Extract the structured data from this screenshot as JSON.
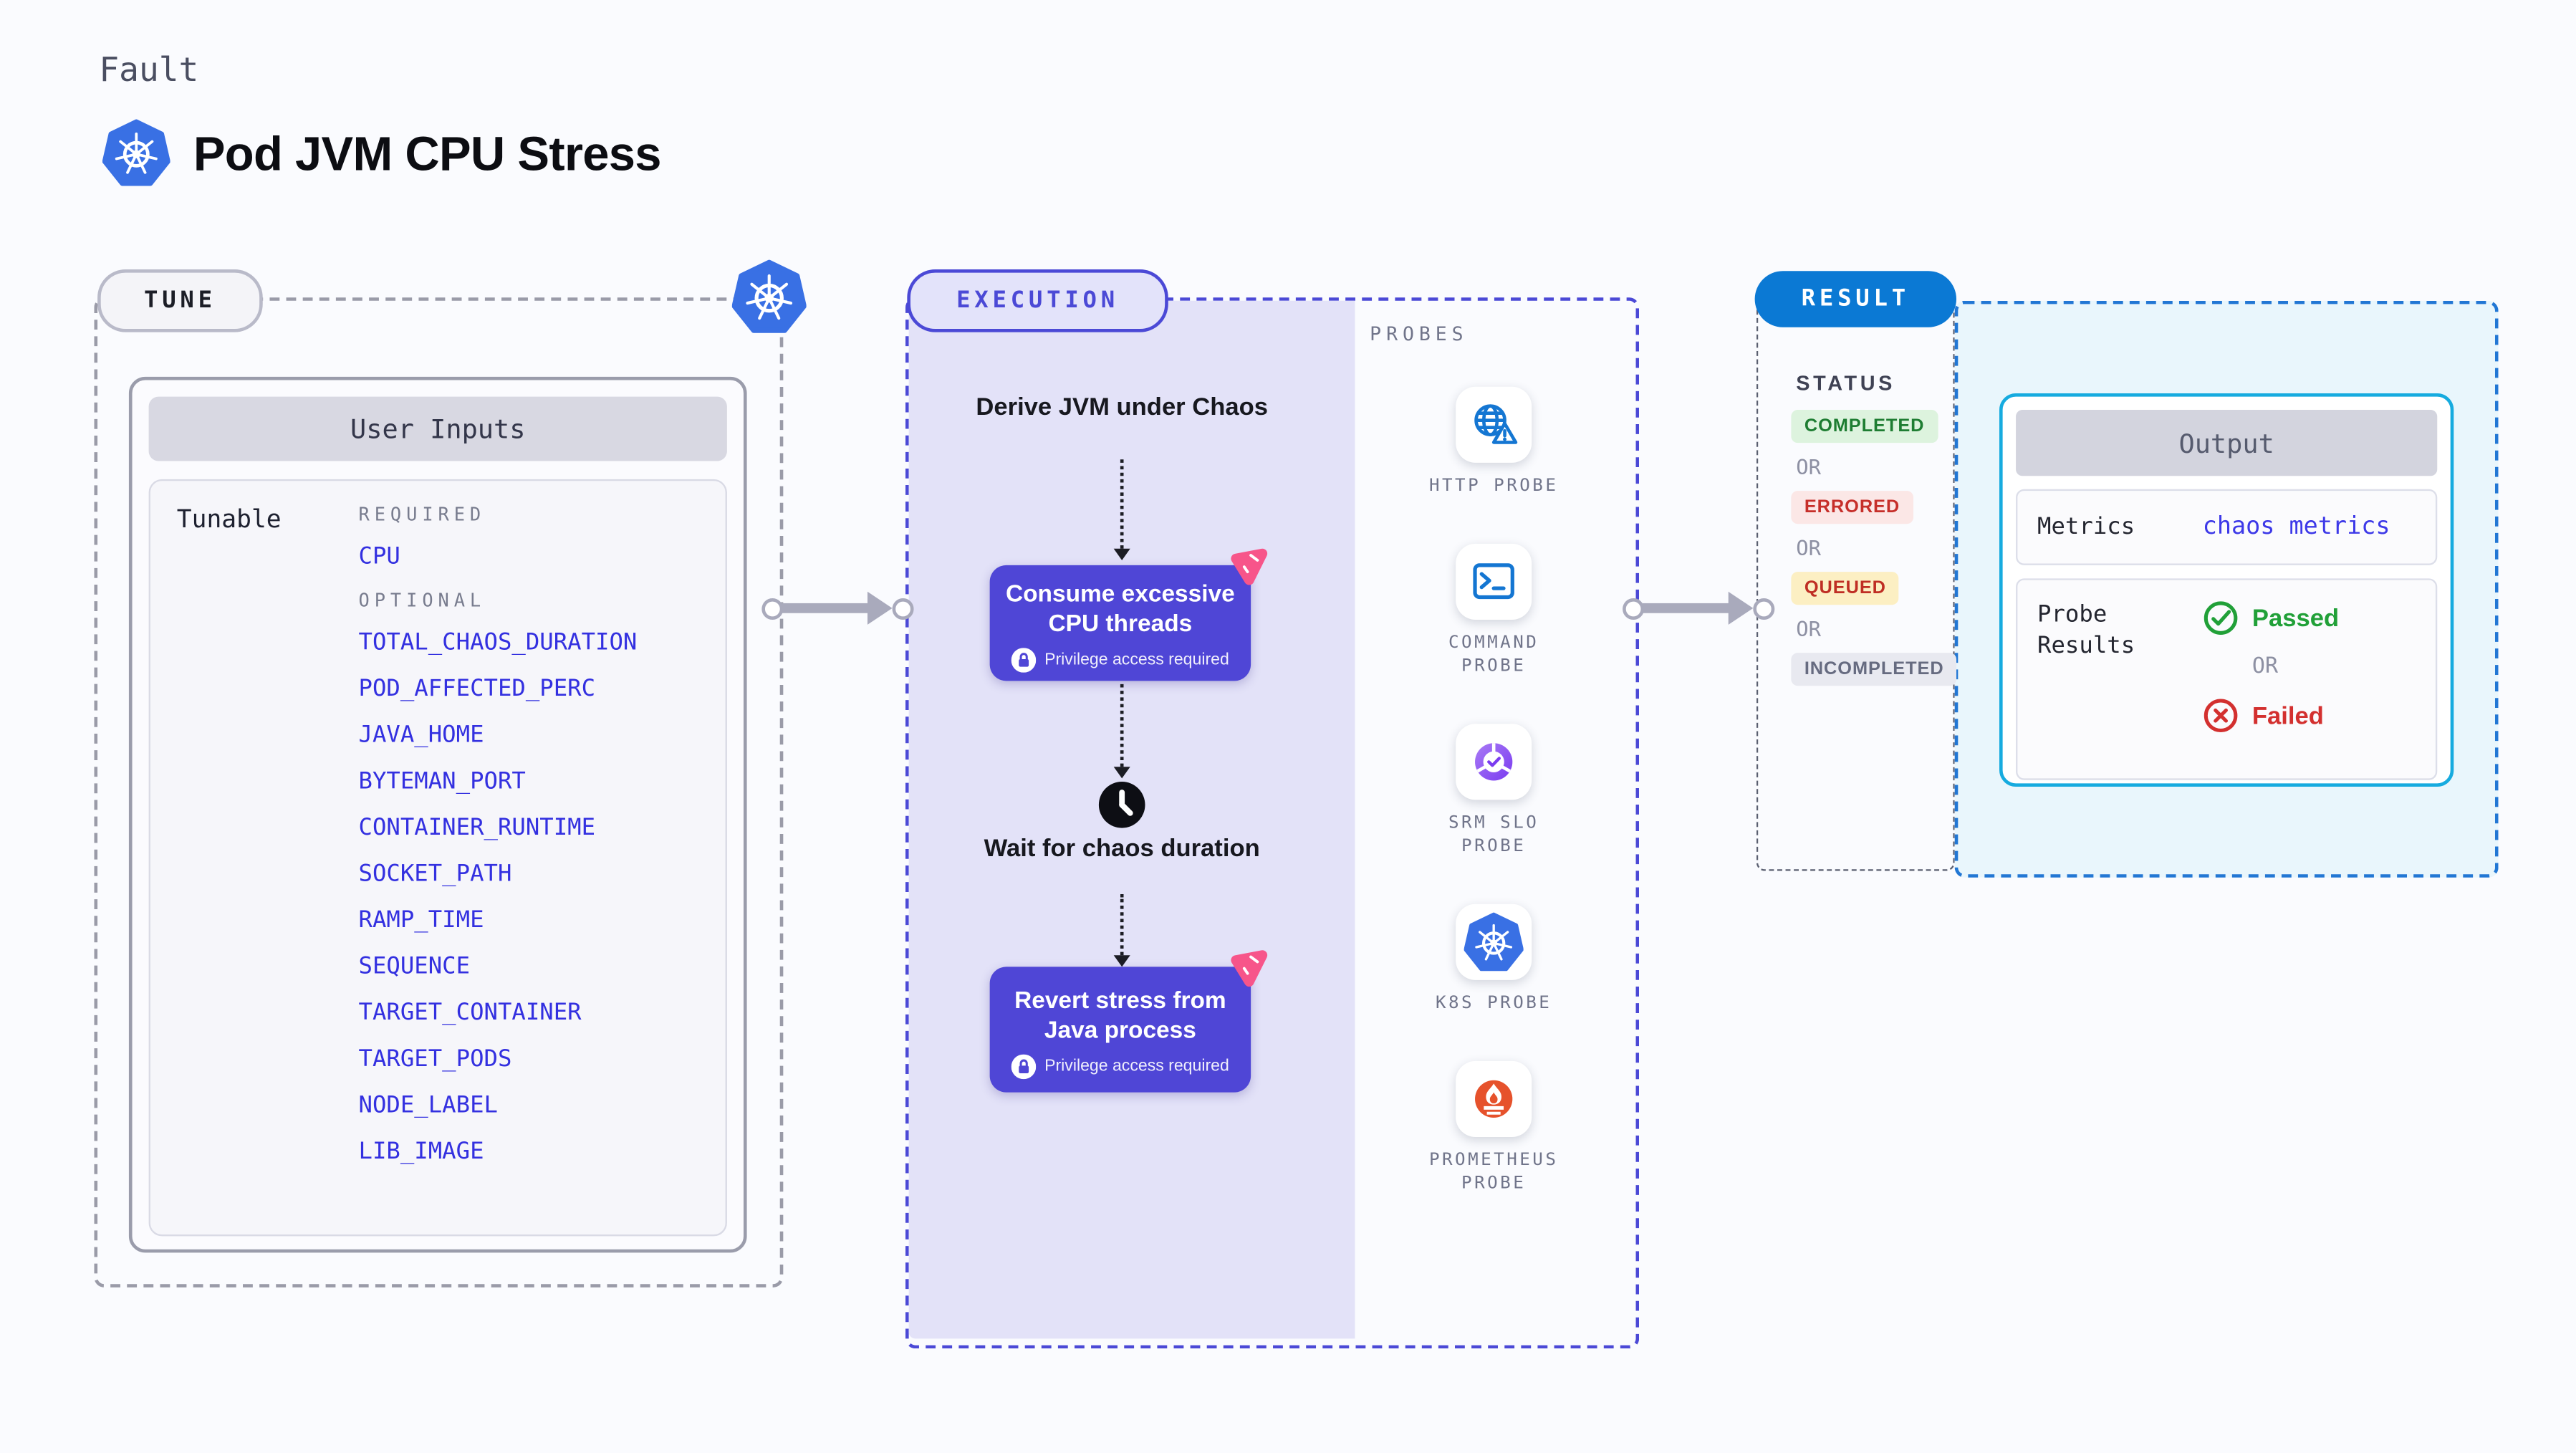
{
  "page": {
    "kind_label": "Fault",
    "title": "Pod JVM CPU Stress"
  },
  "tune": {
    "badge": "TUNE",
    "card_title": "User Inputs",
    "row_label": "Tunable",
    "required_label": "REQUIRED",
    "required_items": [
      "CPU"
    ],
    "optional_label": "OPTIONAL",
    "optional_items": [
      "TOTAL_CHAOS_DURATION",
      "POD_AFFECTED_PERC",
      "JAVA_HOME",
      "BYTEMAN_PORT",
      "CONTAINER_RUNTIME",
      "SOCKET_PATH",
      "RAMP_TIME",
      "SEQUENCE",
      "TARGET_CONTAINER",
      "TARGET_PODS",
      "NODE_LABEL",
      "LIB_IMAGE"
    ]
  },
  "execution": {
    "badge": "EXECUTION",
    "steps": [
      {
        "type": "text",
        "label": "Derive JVM under Chaos"
      },
      {
        "type": "action",
        "label": "Consume excessive CPU threads",
        "note": "Privilege access required"
      },
      {
        "type": "wait",
        "label": "Wait for chaos duration"
      },
      {
        "type": "action",
        "label": "Revert stress from Java process",
        "note": "Privilege access required"
      }
    ]
  },
  "probes": {
    "heading": "PROBES",
    "items": [
      {
        "label": "HTTP PROBE",
        "icon": "globe-alert-icon"
      },
      {
        "label": "COMMAND PROBE",
        "icon": "terminal-icon"
      },
      {
        "label": "SRM SLO PROBE",
        "icon": "slo-gauge-icon"
      },
      {
        "label": "K8S PROBE",
        "icon": "kubernetes-icon"
      },
      {
        "label": "PROMETHEUS PROBE",
        "icon": "prometheus-icon"
      }
    ]
  },
  "result": {
    "badge": "RESULT",
    "status_heading": "STATUS",
    "or_label": "OR",
    "statuses": [
      {
        "label": "COMPLETED",
        "variant": "success"
      },
      {
        "label": "ERRORED",
        "variant": "error"
      },
      {
        "label": "QUEUED",
        "variant": "queued"
      },
      {
        "label": "INCOMPLETED",
        "variant": "muted"
      }
    ],
    "output": {
      "title": "Output",
      "metrics_label": "Metrics",
      "metrics_value": "chaos metrics",
      "probe_results_label": "Probe Results",
      "passed_label": "Passed",
      "or_label": "OR",
      "failed_label": "Failed"
    }
  },
  "colors": {
    "page_bg": "#fafbfe",
    "kubernetes_blue": "#3970e4",
    "execution_indigo": "#4b49d6",
    "execution_bg": "#e3e2f8",
    "action_purple": "#4f46d6",
    "chaos_pink": "#f7558a",
    "probe_blue": "#1476d2",
    "slo_purple": "#8a4ff0",
    "prometheus_orange": "#e6522c",
    "result_blue": "#0b79d4",
    "output_border_cyan": "#16abdf",
    "output_area_bg": "#e9f6fc",
    "completed_green": "#1e7d32",
    "errored_red": "#c62f2a",
    "queued_amber_bg": "#fcefc3",
    "passed_green": "#21a038",
    "failed_red": "#d3302f",
    "arrow_gray": "#a9aabc",
    "variable_blue": "#3330e0"
  }
}
